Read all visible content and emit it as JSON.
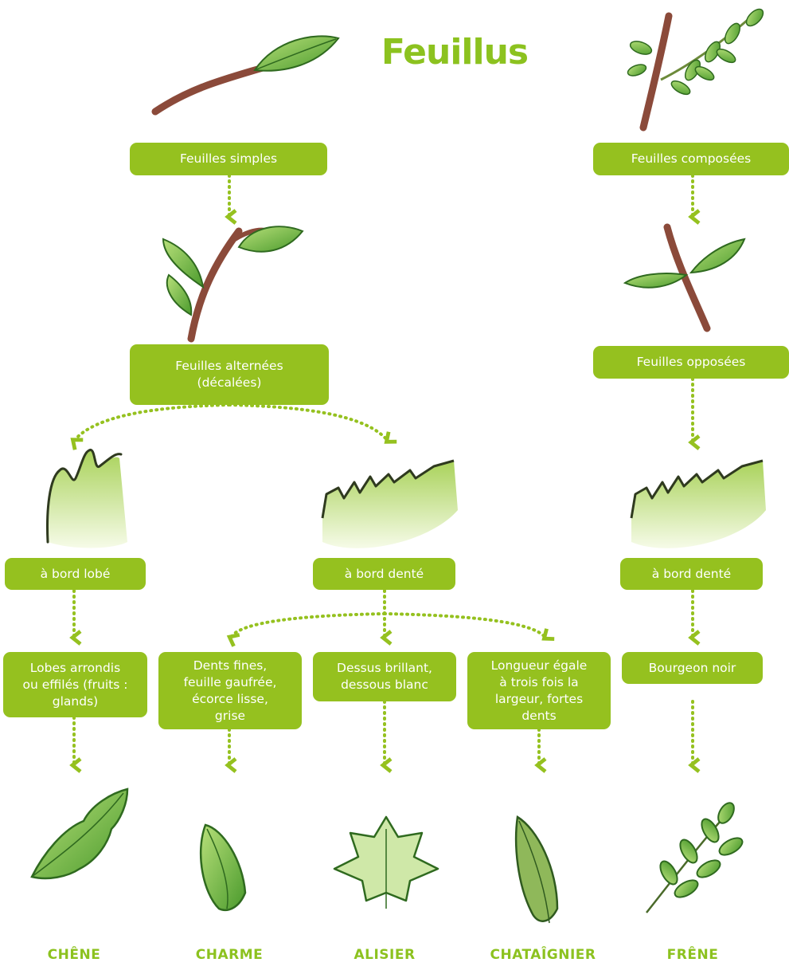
{
  "title": "Feuillus",
  "colors": {
    "accent": "#95c11f",
    "box_text": "#ffffff",
    "branch": "#8b4a3a",
    "leaf_dark": "#3f8f2a",
    "leaf_light": "#9bd16b"
  },
  "nodes": {
    "feuilles_simples": "Feuilles simples",
    "feuilles_composees": "Feuilles composées",
    "feuilles_alternees": [
      "Feuilles alternées",
      "(décalées)"
    ],
    "feuilles_opposees": "Feuilles opposées",
    "bord_lobe": "à bord lobé",
    "bord_dente_center": "à bord denté",
    "bord_dente_right": "à bord denté",
    "lobes_arrondis": [
      "Lobes arrondis",
      "ou effilés (fruits :",
      "glands)"
    ],
    "dents_fines": [
      "Dents fines,",
      "feuille gaufrée,",
      "écorce lisse,",
      "grise"
    ],
    "dessus_brillant": [
      "Dessus brillant,",
      "dessous blanc"
    ],
    "longueur_egale": [
      "Longueur égale",
      "à trois fois la",
      "largeur, fortes",
      "dents"
    ],
    "bourgeon_noir": "Bourgeon noir"
  },
  "species": [
    "CHÊNE",
    "CHARME",
    "ALISIER",
    "CHATAÎGNIER",
    "FRÊNE"
  ],
  "illustrations": {
    "top_simple": "simple-leaf-twig-illustration",
    "top_compound": "compound-leaf-twig-illustration",
    "alternate": "alternate-leaves-twig-illustration",
    "opposite": "opposite-leaves-twig-illustration",
    "lobed_edge": "lobed-edge-illustration",
    "toothed_edge": "toothed-edge-illustration",
    "leaves": [
      "oak-leaf-icon",
      "hornbeam-leaf-icon",
      "service-tree-leaf-icon",
      "chestnut-leaf-icon",
      "ash-leaf-icon"
    ]
  }
}
